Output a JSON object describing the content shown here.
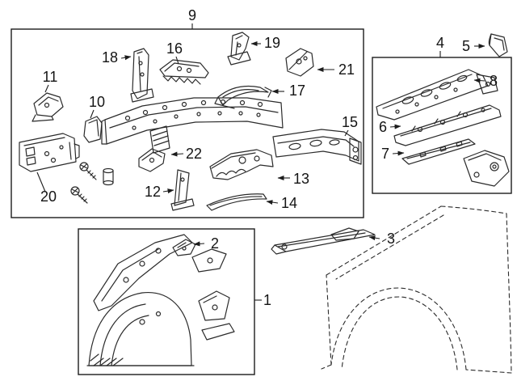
{
  "colors": {
    "background": "#ffffff",
    "line_art": "#2b2b2b",
    "box_border": "#1c1c1c",
    "text": "#141414"
  },
  "callouts": [
    {
      "num": "1"
    },
    {
      "num": "2"
    },
    {
      "num": "3"
    },
    {
      "num": "4"
    },
    {
      "num": "5"
    },
    {
      "num": "6"
    },
    {
      "num": "7"
    },
    {
      "num": "8"
    },
    {
      "num": "9"
    },
    {
      "num": "10"
    },
    {
      "num": "11"
    },
    {
      "num": "12"
    },
    {
      "num": "13"
    },
    {
      "num": "14"
    },
    {
      "num": "15"
    },
    {
      "num": "16"
    },
    {
      "num": "17"
    },
    {
      "num": "18"
    },
    {
      "num": "19"
    },
    {
      "num": "20"
    },
    {
      "num": "21"
    },
    {
      "num": "22"
    }
  ]
}
